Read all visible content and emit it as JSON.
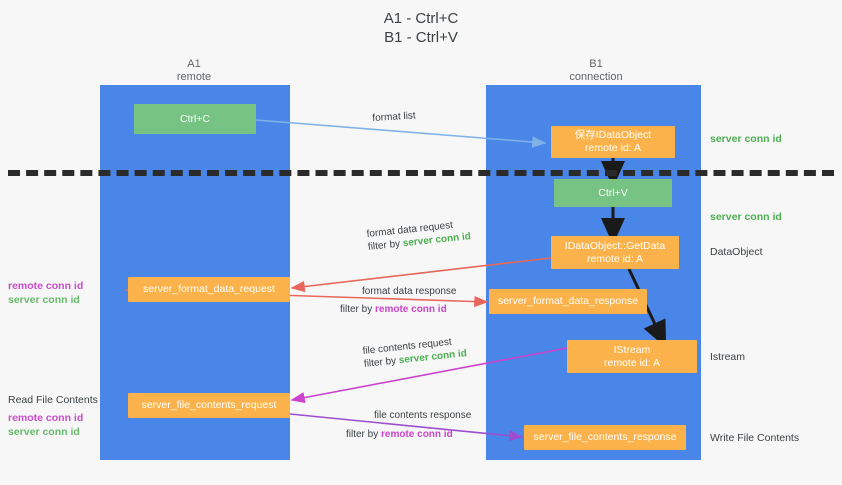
{
  "title": {
    "line1": "A1 - Ctrl+C",
    "line2": "B1 - Ctrl+V"
  },
  "lanes": [
    {
      "name": "A1",
      "sub": "remote"
    },
    {
      "name": "B1",
      "sub": "connection"
    }
  ],
  "nodes": {
    "ctrl_c": "Ctrl+C",
    "ctrl_v": "Ctrl+V",
    "save_idataobject_l1": "保存IDataObject",
    "save_idataobject_l2": "remote id: A",
    "getdata_l1": "IDataObject::GetData",
    "getdata_l2": "remote id: A",
    "istream_l1": "IStream",
    "istream_l2": "remote id: A",
    "server_format_data_request": "server_format_data_request",
    "server_format_data_response": "server_format_data_response",
    "server_file_contents_request": "server_file_contents_request",
    "server_file_contents_response": "server_file_contents_response"
  },
  "edge_labels": {
    "format_list": "format list",
    "format_data_request": "format data request",
    "format_data_request_filter_prefix": "filter by ",
    "format_data_request_filter_value": "server conn id",
    "format_data_response": "format data response",
    "format_data_response_filter_prefix": "filter by ",
    "format_data_response_filter_value": "remote conn id",
    "file_contents_request": "file contents request",
    "file_contents_request_filter_prefix": "filter by ",
    "file_contents_request_filter_value": "server conn id",
    "file_contents_response": "file contents response",
    "file_contents_response_filter_prefix": "filter by ",
    "file_contents_response_filter_value": "remote conn id"
  },
  "right_labels": {
    "server_conn_id_top": "server conn id",
    "server_conn_id_mid": "server conn id",
    "dataobject": "DataObject",
    "istream": "Istream",
    "write_file_contents": "Write File Contents"
  },
  "left_labels": {
    "conn_pair_1_remote": "remote conn id",
    "conn_pair_1_server": "server conn id",
    "read_file_contents": "Read File Contents",
    "conn_pair_2_remote": "remote conn id",
    "conn_pair_2_server": "server conn id"
  },
  "colors": {
    "lane": "#4a86e8",
    "green_node": "#76c383",
    "orange_node": "#fbb24a",
    "blue_arrow": "#7fb3e8",
    "red_arrow": "#e8675a",
    "magenta_arrow": "#cc44cc",
    "purple_arrow": "#9b4fd0",
    "black_arrow": "#1a1a1a",
    "green_text": "#4caf50",
    "purple_text": "#cc44cc",
    "background": "#f7f7f7"
  }
}
